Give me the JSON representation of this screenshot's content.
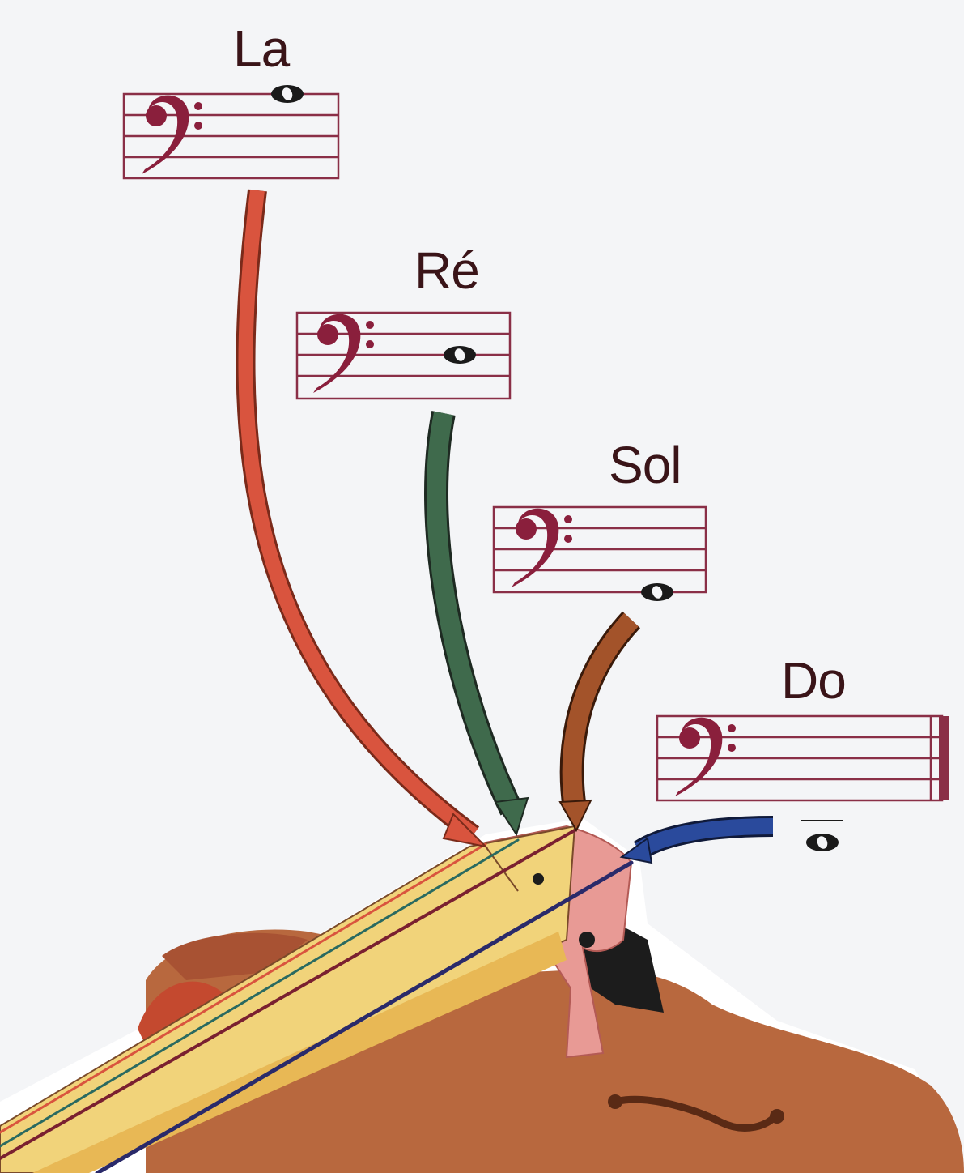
{
  "strings": [
    {
      "id": "la",
      "label": "La",
      "arrow_color": "#d9543e"
    },
    {
      "id": "re",
      "label": "Ré",
      "arrow_color": "#3f6a4c"
    },
    {
      "id": "sol",
      "label": "Sol",
      "arrow_color": "#a3532a"
    },
    {
      "id": "do",
      "label": "Do",
      "arrow_color": "#2a4a9c"
    }
  ],
  "colors": {
    "staff": "#8a2f47",
    "clef": "#8a1f3c",
    "label_text": "#3a1418",
    "background": "#f4f5f7",
    "cello_body": "#b8683e",
    "fingerboard": "#f1d37a",
    "bridge": "#e89a95"
  },
  "icons": {
    "clef": "bass-clef-icon",
    "note": "whole-note-icon"
  }
}
